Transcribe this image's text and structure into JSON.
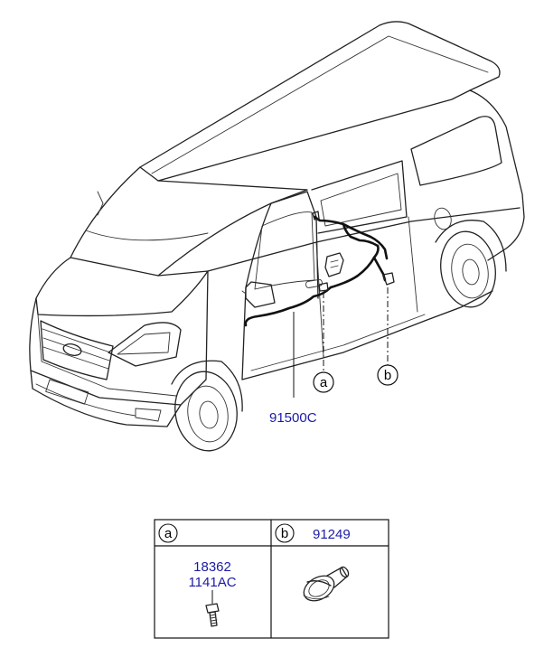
{
  "main_callout": {
    "part_number": "91500C"
  },
  "markers": [
    {
      "letter": "a"
    },
    {
      "letter": "b"
    }
  ],
  "parts_table": {
    "columns": [
      {
        "letter": "a",
        "header_part": "",
        "part_numbers": [
          "18362",
          "1141AC"
        ]
      },
      {
        "letter": "b",
        "header_part": "91249",
        "part_numbers": []
      }
    ]
  },
  "colors": {
    "part_number_text": "#1a1aa8",
    "line_art": "#222222"
  }
}
